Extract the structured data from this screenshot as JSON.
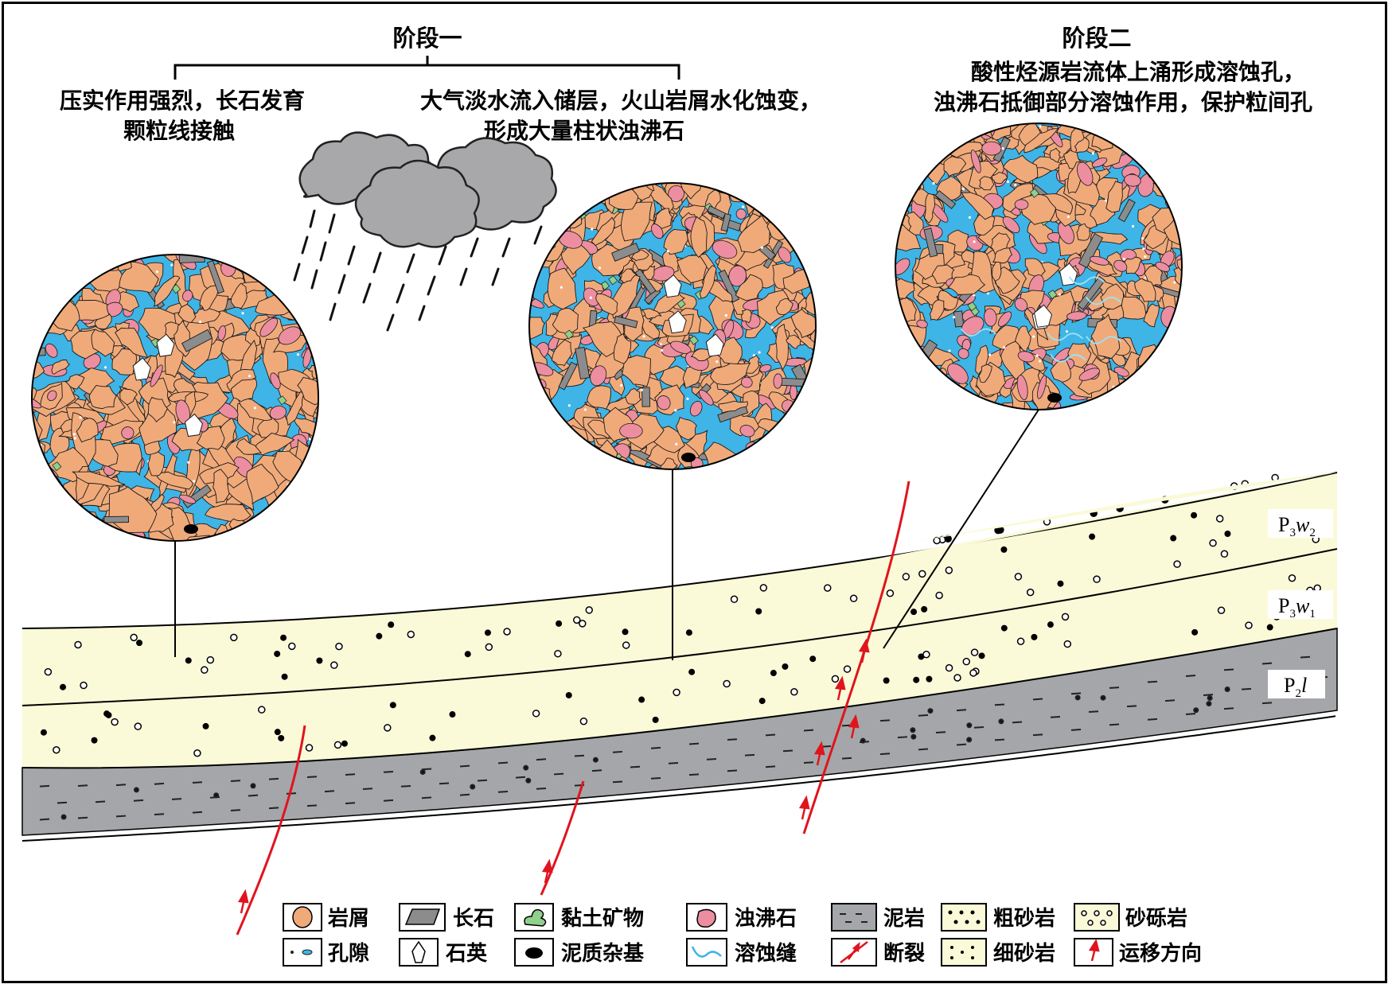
{
  "stage_one": {
    "title": "阶段一",
    "left_note_line1": "压实作用强烈，长石发育",
    "left_note_line2": "颗粒线接触",
    "right_note_line1": "大气淡水流入储层，火山岩屑水化蚀变，",
    "right_note_line2": "形成大量柱状浊沸石"
  },
  "stage_two": {
    "title": "阶段二",
    "note_line1": "酸性烃源岩流体上涌形成溶蚀孔，",
    "note_line2": "浊沸石抵御部分溶蚀作用，保护粒间孔"
  },
  "formations": {
    "p3w2": {
      "main": "P",
      "sub1": "3",
      "italic": "w",
      "sub2": "2"
    },
    "p3w1": {
      "main": "P",
      "sub1": "3",
      "italic": "w",
      "sub2": "1"
    },
    "p2l": {
      "main": "P",
      "sub1": "2",
      "italic": "l"
    }
  },
  "legend": [
    {
      "icon": "rock-fragment-icon",
      "label": "岩屑"
    },
    {
      "icon": "feldspar-icon",
      "label": "长石"
    },
    {
      "icon": "clay-mineral-icon",
      "label": "黏土矿物"
    },
    {
      "icon": "laumontite-icon",
      "label": "浊沸石"
    },
    {
      "icon": "mudstone-icon",
      "label": "泥岩"
    },
    {
      "icon": "coarse-sandstone-icon",
      "label": "粗砂岩"
    },
    {
      "icon": "glutenite-icon",
      "label": "砂砾岩"
    },
    {
      "icon": "pore-icon",
      "label": "孔隙"
    },
    {
      "icon": "quartz-icon",
      "label": "石英"
    },
    {
      "icon": "muddy-matrix-icon",
      "label": "泥质杂基"
    },
    {
      "icon": "dissolution-seam-icon",
      "label": "溶蚀缝"
    },
    {
      "icon": "fault-icon",
      "label": "断裂"
    },
    {
      "icon": "fine-sandstone-icon",
      "label": "细砂岩"
    },
    {
      "icon": "migration-direction-icon",
      "label": "运移方向"
    }
  ],
  "colors": {
    "pore_water": "#3fb4e6",
    "rock_fragment": "#f0aa7a",
    "laumontite": "#ec8ea0",
    "feldspar": "#8c8c8c",
    "clay": "#8fd08a",
    "sandstone": "#fafad8",
    "mudstone": "#a4a6a9",
    "fault": "#e0141e",
    "cloud": "#a8a8aa"
  }
}
